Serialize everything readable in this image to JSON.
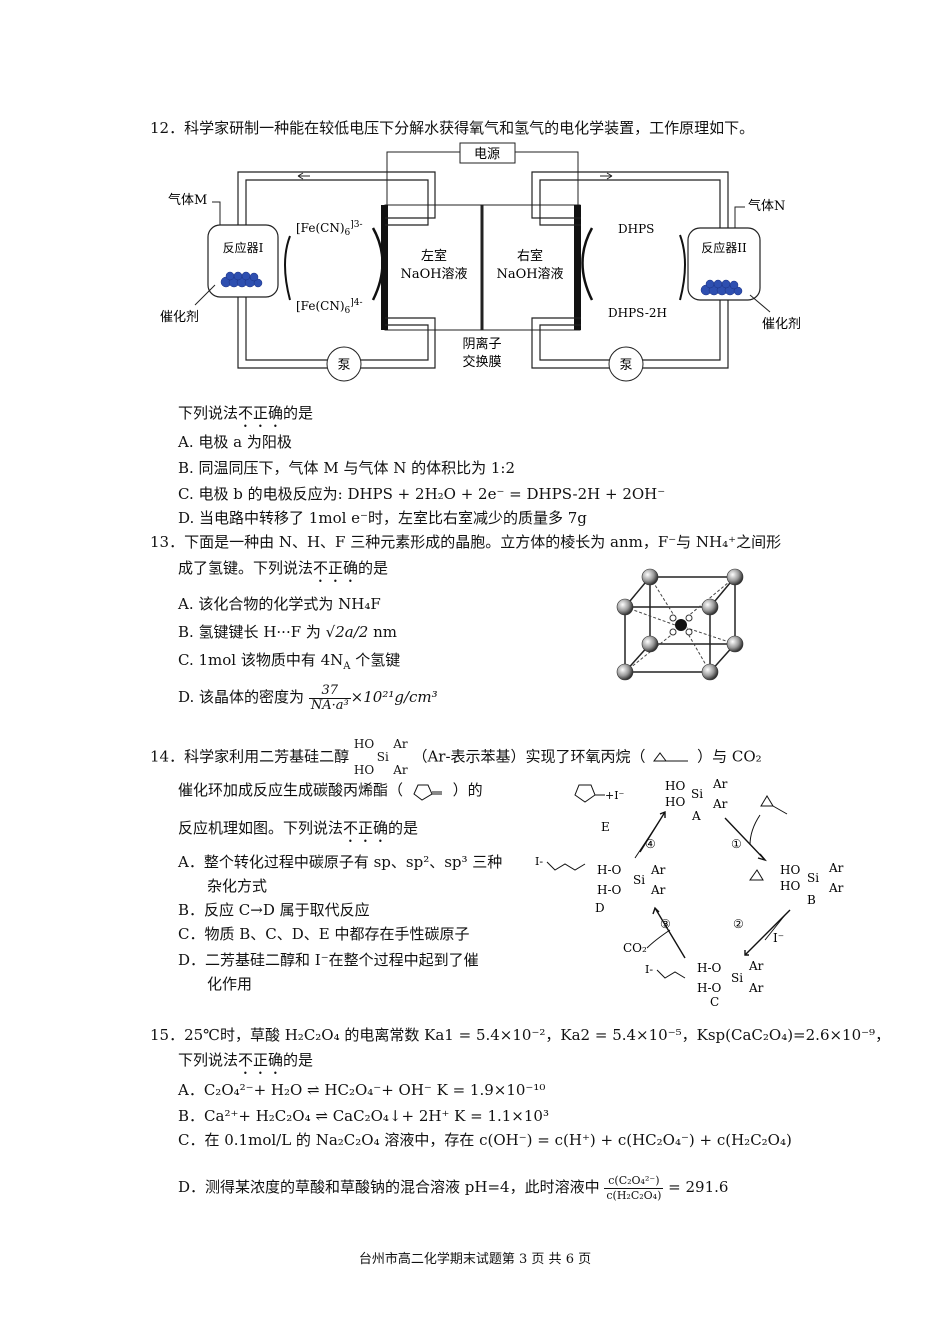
{
  "q12": {
    "stem": "12．科学家研制一种能在较低电压下分解水获得氧气和氢气的电化学装置，工作原理如下。",
    "diagram": {
      "power": "电源",
      "gas_m": "气体M",
      "gas_n": "气体N",
      "reactor1": "反应器I",
      "reactor2": "反应器II",
      "catalyst": "催化剂",
      "fe3": "[Fe(CN)6]3-",
      "fe4": "[Fe(CN)6]4-",
      "dhps": "DHPS",
      "dhps2h": "DHPS-2H",
      "left_room": "左室",
      "right_room": "右室",
      "naoh": "NaOH溶液",
      "membrane_1": "阴离子",
      "membrane_2": "交换膜",
      "pump": "泵"
    },
    "prompt_a": "下列说法",
    "prompt_b": "不正确",
    "prompt_c": "的是",
    "options": [
      "A. 电极 a 为阳极",
      "B. 同温同压下，气体 M 与气体 N 的体积比为 1:2",
      "C. 电极 b 的电极反应为: DHPS + 2H₂O +  2e⁻ = DHPS-2H + 2OH⁻",
      "D. 当电路中转移了 1mol e⁻时，左室比右室减少的质量多 7g"
    ]
  },
  "q13": {
    "stem1": "13．下面是一种由 N、H、F 三种元素形成的晶胞。立方体的棱长为 anm，F⁻与 NH₄⁺之间形",
    "stem2a": "成了氢键。下列说法",
    "stem2b": "不正确",
    "stem2c": "的是",
    "opt_a": "A. 该化合物的化学式为 NH₄F",
    "opt_b_pre": "B. 氢键键长 H···F 为",
    "opt_b_val": "√2a/2",
    "opt_b_unit": "nm",
    "opt_c": "C. 1mol 该物质中有 4N",
    "opt_c_sub": "A",
    "opt_c_post": " 个氢键",
    "opt_d_pre": "D. 该晶体的密度为",
    "opt_d_num": "37",
    "opt_d_den": "NA·a³",
    "opt_d_post": "×10²¹g/cm³"
  },
  "q14": {
    "stem1a": "14．科学家利用二芳基硅二醇",
    "stem1b": "（Ar-表示苯基）实现了环氧丙烷（",
    "stem1c": "）与 CO₂",
    "stem2a": "催化环加成反应生成碳酸丙烯酯（",
    "stem2b": "）的",
    "stem3a": "反应机理如图。下列说法",
    "stem3b": "不正确",
    "stem3c": "的是",
    "opt_a1": "A．整个转化过程中碳原子有 sp、sp²、sp³ 三种",
    "opt_a2": "杂化方式",
    "opt_b": "B．反应 C→D 属于取代反应",
    "opt_c": "C．物质 B、C、D、E 中都存在手性碳原子",
    "opt_d1": "D．二芳基硅二醇和 I⁻在整个过程中起到了催",
    "opt_d2": "化作用",
    "diagram": {
      "label_a": "A",
      "label_b": "B",
      "label_c": "C",
      "label_d": "D",
      "label_e": "E",
      "step1": "①",
      "step2": "②",
      "step3": "③",
      "step4": "④",
      "ho": "HO",
      "si": "Si",
      "ar": "Ar",
      "ho_h": "H-O",
      "i_minus": "I⁻",
      "co2": "CO₂",
      "plus_i": "+I⁻",
      "i_dash": "I-"
    }
  },
  "q15": {
    "stem1": "15．25℃时，草酸 H₂C₂O₄ 的电离常数 Ka1 = 5.4×10⁻²，Ka2 = 5.4×10⁻⁵，Ksp(CaC₂O₄)=2.6×10⁻⁹，",
    "stem2a": "下列说法",
    "stem2b": "不正确",
    "stem2c": "的是",
    "opt_a": "A．C₂O₄²⁻+ H₂O  ⇌  HC₂O₄⁻+ OH⁻  K = 1.9×10⁻¹⁰",
    "opt_b": "B．Ca²⁺+ H₂C₂O₄  ⇌  CaC₂O₄↓+ 2H⁺   K = 1.1×10³",
    "opt_c": "C．在 0.1mol/L 的 Na₂C₂O₄ 溶液中，存在 c(OH⁻) = c(H⁺) + c(HC₂O₄⁻) + c(H₂C₂O₄)",
    "opt_d_pre": "D．测得某浓度的草酸和草酸钠的混合溶液 pH=4，此时溶液中",
    "opt_d_num": "c(C₂O₄²⁻)",
    "opt_d_den": "c(H₂C₂O₄)",
    "opt_d_post": "= 291.6"
  },
  "footer": "台州市高二化学期末试题第 3 页 共 6 页"
}
